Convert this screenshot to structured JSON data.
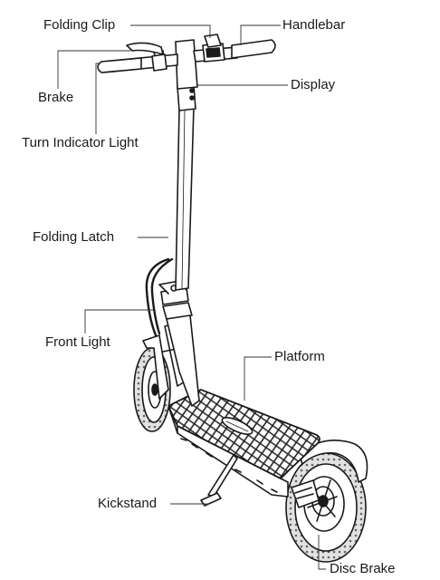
{
  "diagram": {
    "labels": {
      "folding_clip": "Folding Clip",
      "handlebar": "Handlebar",
      "brake": "Brake",
      "display": "Display",
      "turn_indicator_light": "Turn Indicator Light",
      "folding_latch": "Folding Latch",
      "front_light": "Front Light",
      "platform": "Platform",
      "kickstand": "Kickstand",
      "disc_brake": "Disc Brake"
    },
    "colors": {
      "line": "#1a1a1a",
      "leader": "#333333",
      "tire_fill": "#d9d9d9",
      "deck_fill": "#ffffff"
    }
  }
}
